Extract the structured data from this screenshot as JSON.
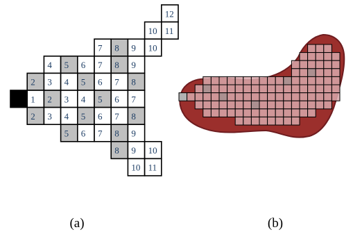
{
  "captions": {
    "a": "(a)",
    "b": "(b)"
  },
  "colors": {
    "white_cell": "#ffffff",
    "gray_cell": "#c0c0c0",
    "source_cell": "#000000",
    "number": "#1f3f66",
    "tissue": "#9b2f2c",
    "tissue_dark": "#6e1c1f",
    "overlay_cell": "#d9a8ab",
    "overlay_gray": "#b2b2b2"
  },
  "grid_a": {
    "rows": [
      [
        null,
        null,
        null,
        null,
        null,
        null,
        null,
        null,
        null,
        {
          "n": "12",
          "s": "w"
        }
      ],
      [
        null,
        null,
        null,
        null,
        null,
        null,
        null,
        null,
        {
          "n": "10",
          "s": "w"
        },
        {
          "n": "11",
          "s": "w"
        }
      ],
      [
        null,
        null,
        null,
        null,
        null,
        {
          "n": "7",
          "s": "w"
        },
        {
          "n": "8",
          "s": "g"
        },
        {
          "n": "9",
          "s": "w"
        },
        {
          "n": "10",
          "s": "w"
        },
        null
      ],
      [
        null,
        null,
        {
          "n": "4",
          "s": "w"
        },
        {
          "n": "5",
          "s": "g"
        },
        {
          "n": "6",
          "s": "w"
        },
        {
          "n": "7",
          "s": "w"
        },
        {
          "n": "8",
          "s": "g"
        },
        {
          "n": "9",
          "s": "w"
        },
        null,
        null
      ],
      [
        null,
        {
          "n": "2",
          "s": "g"
        },
        {
          "n": "3",
          "s": "w"
        },
        {
          "n": "4",
          "s": "w"
        },
        {
          "n": "5",
          "s": "g"
        },
        {
          "n": "6",
          "s": "w"
        },
        {
          "n": "7",
          "s": "w"
        },
        {
          "n": "8",
          "s": "g"
        },
        null,
        null
      ],
      [
        {
          "n": "",
          "s": "b"
        },
        {
          "n": "1",
          "s": "w"
        },
        {
          "n": "2",
          "s": "g"
        },
        {
          "n": "3",
          "s": "w"
        },
        {
          "n": "4",
          "s": "w"
        },
        {
          "n": "5",
          "s": "g"
        },
        {
          "n": "6",
          "s": "w"
        },
        {
          "n": "7",
          "s": "w"
        },
        null,
        null
      ],
      [
        null,
        {
          "n": "2",
          "s": "g"
        },
        {
          "n": "3",
          "s": "w"
        },
        {
          "n": "4",
          "s": "w"
        },
        {
          "n": "5",
          "s": "g"
        },
        {
          "n": "6",
          "s": "w"
        },
        {
          "n": "7",
          "s": "w"
        },
        {
          "n": "8",
          "s": "g"
        },
        null,
        null
      ],
      [
        null,
        null,
        null,
        {
          "n": "5",
          "s": "g"
        },
        {
          "n": "6",
          "s": "w"
        },
        {
          "n": "7",
          "s": "w"
        },
        {
          "n": "8",
          "s": "g"
        },
        {
          "n": "9",
          "s": "w"
        },
        null,
        null
      ],
      [
        null,
        null,
        null,
        null,
        null,
        null,
        {
          "n": "8",
          "s": "g"
        },
        {
          "n": "9",
          "s": "w"
        },
        {
          "n": "10",
          "s": "w"
        },
        null
      ],
      [
        null,
        null,
        null,
        null,
        null,
        null,
        null,
        {
          "n": "10",
          "s": "w"
        },
        {
          "n": "11",
          "s": "w"
        },
        null
      ]
    ]
  },
  "grid_b": {
    "row_spans": [
      [
        16,
        18
      ],
      [
        15,
        19
      ],
      [
        14,
        19
      ],
      [
        14,
        19
      ],
      [
        3,
        19
      ],
      [
        2,
        19
      ],
      [
        0,
        19
      ],
      [
        2,
        18
      ],
      [
        3,
        16
      ],
      [
        7,
        14
      ]
    ],
    "gray_cells": [
      [
        6,
        0
      ],
      [
        5,
        3
      ],
      [
        6,
        5
      ],
      [
        7,
        9
      ],
      [
        4,
        13
      ],
      [
        3,
        16
      ]
    ]
  }
}
